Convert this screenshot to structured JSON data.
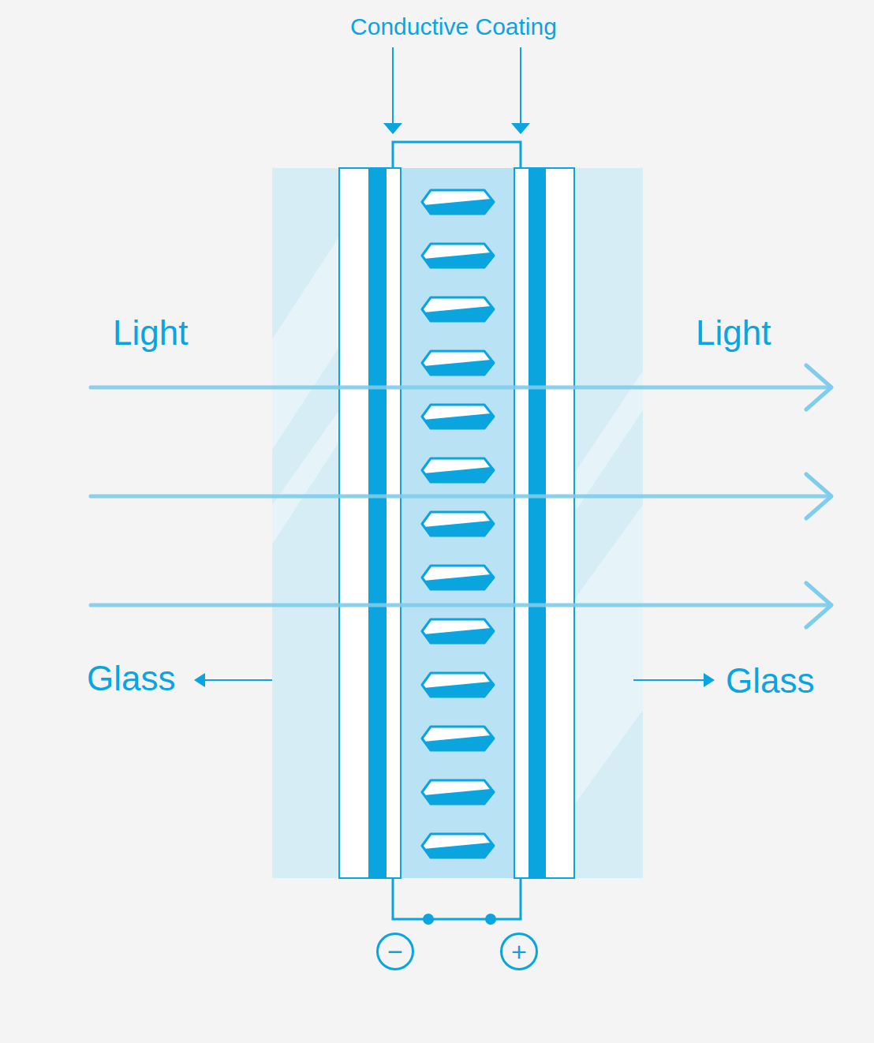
{
  "diagram": {
    "nodes": [
      {
        "text": [
          "−"
        ]
      },
      {
        "text": [
          "+"
        ]
      }
    ],
    "labels": [
      "Conductive Coating",
      "Light",
      "Light",
      "Glass",
      "Glass"
    ]
  }
}
